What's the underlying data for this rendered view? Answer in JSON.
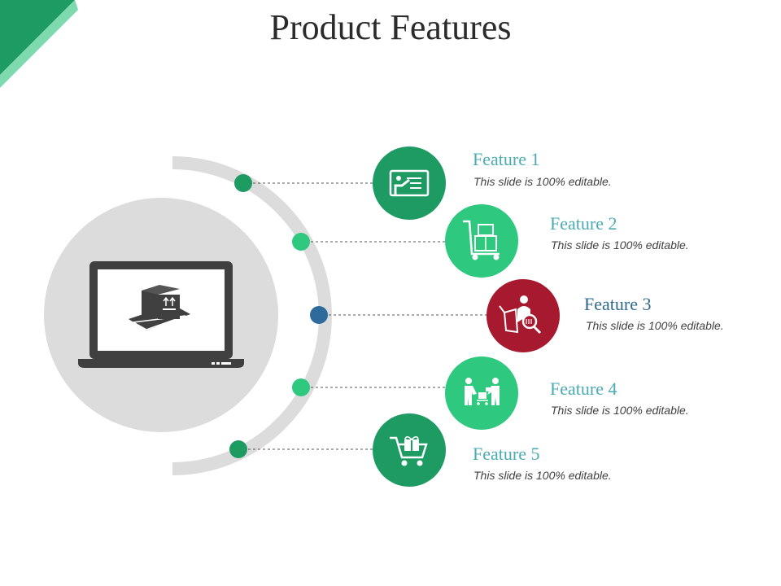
{
  "title": "Product Features",
  "colors": {
    "dark_green": "#1e9a63",
    "light_green": "#2ec97f",
    "crimson": "#a6192e",
    "blue_dot": "#2e6b9c",
    "teal_text": "#4aabb3",
    "blue_text": "#2f6a8e",
    "grey": "#dcdcdc",
    "laptop": "#404040"
  },
  "features": [
    {
      "title": "Feature 1",
      "desc": "This slide is 100% editable.",
      "icon": "presentation-board-icon"
    },
    {
      "title": "Feature 2",
      "desc": "This slide is 100% editable.",
      "icon": "hand-truck-boxes-icon"
    },
    {
      "title": "Feature 3",
      "desc": "This slide is 100% editable.",
      "icon": "package-inspection-icon"
    },
    {
      "title": "Feature 4",
      "desc": "This slide is 100% editable.",
      "icon": "delivery-handover-icon"
    },
    {
      "title": "Feature 5",
      "desc": "This slide is 100% editable.",
      "icon": "gift-cart-icon"
    }
  ],
  "center_icon": "laptop-package-icon"
}
